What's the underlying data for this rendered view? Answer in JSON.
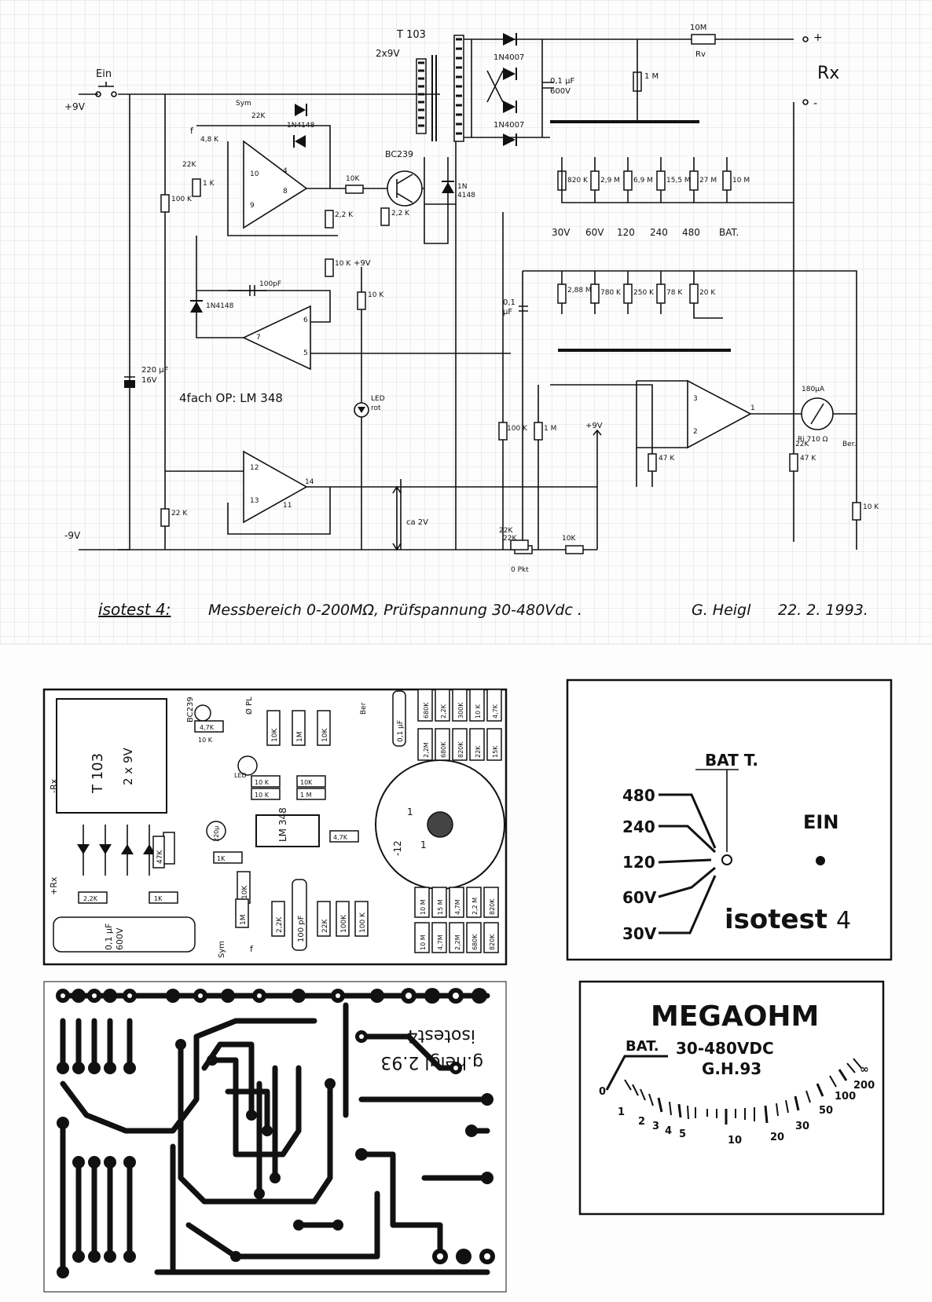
{
  "schematic": {
    "transformer": "T 103",
    "transformer_rating": "2x9V",
    "switch_label": "Ein",
    "supply_pos": "+9V",
    "supply_neg": "-9V",
    "sym_label": "Sym",
    "f_label": "f",
    "rx_label": "Rx",
    "plus": "+",
    "minus": "-",
    "transistor": "BC239",
    "diode_1n4007": "1N4007",
    "diode_1n4148": "1N4148",
    "diode_1n4148_b": "1N\n4148",
    "cap_600v": "0,1 µF\n600V",
    "cap_100pf": "100pF",
    "cap_01": "0,1\nµF",
    "cap_220": "220 µF\n16V",
    "led_label": "LED\nrot",
    "opamp_label": "4fach OP: LM 348",
    "meter_label": "180µA",
    "meter_ri": "Ri 710 Ω",
    "ber_label": "Ber.",
    "zero_label": "0 Pkt",
    "ca_label": "ca 2V",
    "pin_labels": [
      "4",
      "8",
      "10",
      "9",
      "6",
      "7",
      "5",
      "12",
      "13",
      "14",
      "11",
      "3",
      "2",
      "1"
    ],
    "resistors_top": [
      "10M",
      "Rv",
      "1 M"
    ],
    "voltage_divider": [
      "820 K",
      "2,9 M",
      "6,9 M",
      "15,5 M",
      "27 M",
      "10 M"
    ],
    "range_labels": [
      "30V",
      "60V",
      "120",
      "240",
      "480",
      "BAT."
    ],
    "range_resistors": [
      "2,88 M",
      "780 K",
      "250 K",
      "78 K",
      "20 K"
    ],
    "misc_resistors": [
      "22K",
      "4,8 K",
      "22K",
      "1 K",
      "100 K",
      "10K",
      "2,2 K",
      "2,2 K",
      "10 K",
      "10 K",
      "100 K",
      "1 M",
      "47 K",
      "47 K",
      "22K",
      "10 K",
      "22 K",
      "22K",
      "10K",
      "22K"
    ],
    "caption_title": "isotest 4:",
    "caption_text": "Messbereich 0-200MΩ, Prüfspannung 30-480Vdc .",
    "author": "G. Heigl",
    "date": "22. 2. 1993."
  },
  "component_layout": {
    "transformer": "T 103",
    "transformer_rating": "2 x 9V",
    "rx": "-Rx",
    "rx_plus": "+Rx",
    "transistor": "BC239",
    "pl_label": "Ø PL",
    "ber": "Ber",
    "chip": "LM 348",
    "cap_big": "0,1 µF\n600V",
    "cap_small": "0,1 µF",
    "cap_220": "220µ",
    "cap_100p": "100 pF",
    "led": "LED",
    "sym": "Sym",
    "f": "f",
    "rotary_labels": [
      "1",
      "-12",
      "1"
    ],
    "res_right_top": [
      "680K",
      "2,2K",
      "300K",
      "10 K",
      "4,7K"
    ],
    "res_right_mid": [
      "2,2M",
      "680K",
      "820K",
      "22K",
      "15K"
    ],
    "res_right_bot1": [
      "10 M",
      "15 M",
      "4,7M",
      "2,2 M",
      "820K"
    ],
    "res_right_bot2": [
      "10 M",
      "4,7M",
      "2,2M",
      "680K",
      "820K"
    ],
    "res_misc": [
      "10K",
      "1M",
      "10K",
      "4,7K",
      "10 K",
      "10K",
      "10 K",
      "47K",
      "1 M",
      "4,7K",
      "1K",
      "2,2K",
      "1K",
      "10K",
      "22K",
      "100K",
      "100 K",
      "2,2K",
      "1M",
      "10 K"
    ]
  },
  "pcb": {
    "mirror_text_1": "isotest4",
    "mirror_text_2": "g.heigl 2.93"
  },
  "switch_panel": {
    "bat_t": "BAT T.",
    "positions": [
      "480",
      "240",
      "120",
      "60V",
      "30V"
    ],
    "ein": "EIN",
    "brand": "isotest",
    "brand_num": "4"
  },
  "meter_scale": {
    "title": "MEGAOHM",
    "voltage": "30-480VDC",
    "code": "G.H.93",
    "bat": "BAT.",
    "ticks": [
      "0",
      "1",
      "2",
      "3",
      "4",
      "5",
      "10",
      "20",
      "30",
      "50",
      "100",
      "200",
      "∞"
    ]
  }
}
